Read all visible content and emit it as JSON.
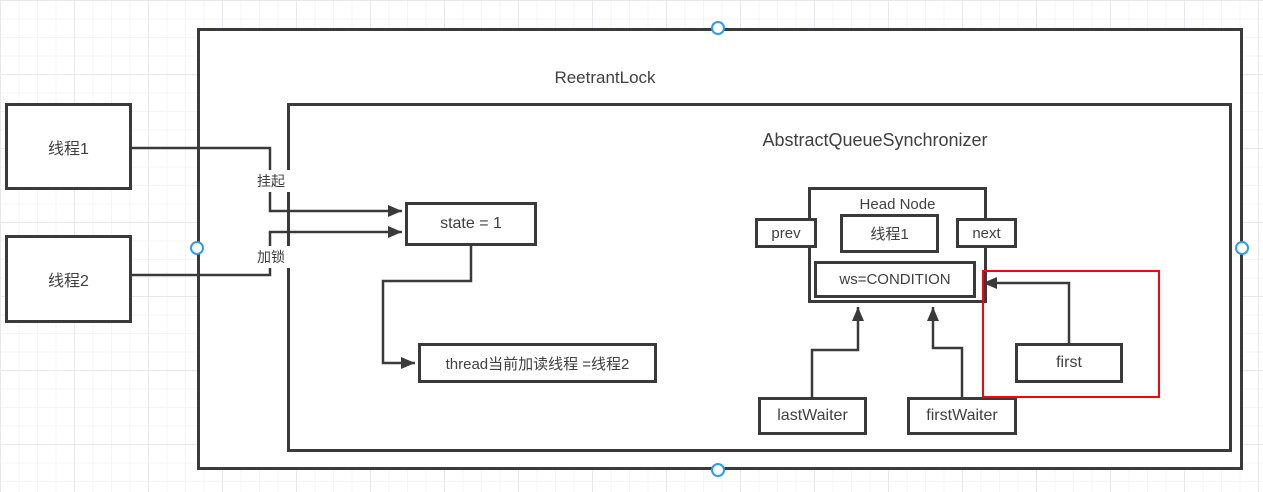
{
  "diagram": {
    "outer_container": {
      "title": "ReetrantLock"
    },
    "inner_container": {
      "title": "AbstractQueueSynchronizer"
    },
    "thread1_node": "线程1",
    "thread2_node": "线程2",
    "edge_labels": {
      "suspend": "挂起",
      "lock": "加锁"
    },
    "state_node": "state = 1",
    "thread_field_node": "thread当前加读线程 =线程2",
    "head_node": {
      "title": "Head Node",
      "prev": "prev",
      "thread": "线程1",
      "next": "next",
      "ws": "ws=CONDITION"
    },
    "last_waiter_node": "lastWaiter",
    "first_waiter_node": "firstWaiter",
    "first_node": "first"
  },
  "colors": {
    "stroke": "#3a3a3a",
    "text": "#404040",
    "highlight_box": "#ff0005",
    "selection_handle": "#2f9bf1",
    "grid_minor": "#f4f4f6",
    "grid_major": "#e8e8ec"
  },
  "selection": {
    "handles": [
      "top-middle",
      "bottom-middle",
      "left-middle",
      "right-middle"
    ]
  }
}
